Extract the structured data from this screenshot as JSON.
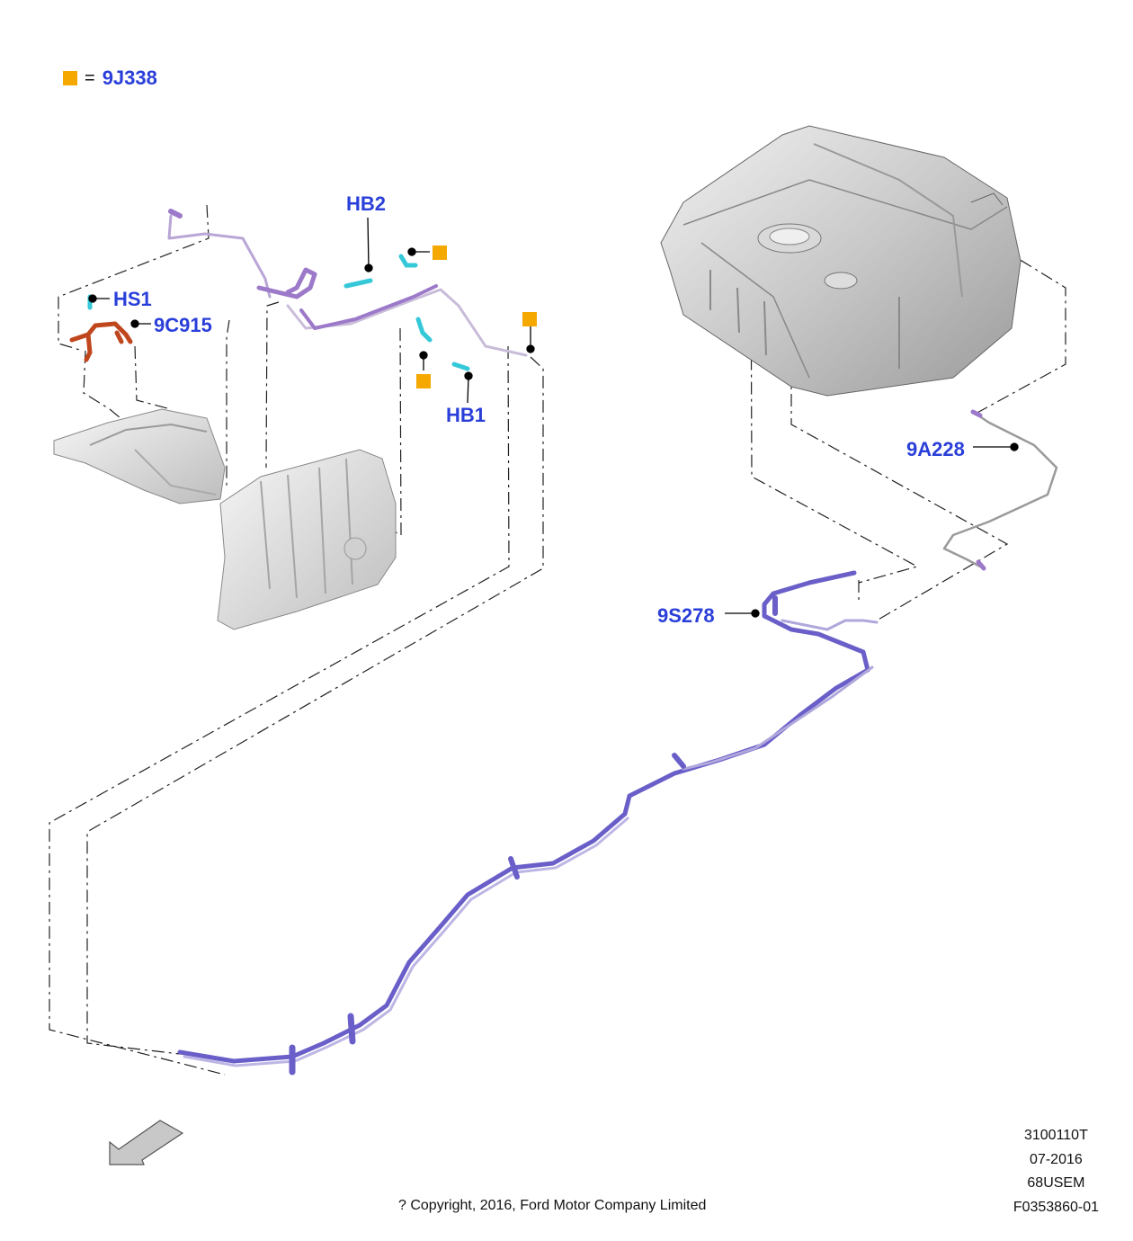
{
  "legend": {
    "symbol": "orange-square",
    "equals": "=",
    "code": "9J338"
  },
  "callouts": {
    "hb2": "HB2",
    "hs1": "HS1",
    "c9c915": "9C915",
    "hb1": "HB1",
    "a9a228": "9A228",
    "s9s278": "9S278"
  },
  "meta": {
    "line1": "3100110T",
    "line2": "07-2016",
    "line3": "68USEM",
    "line4": "F0353860-01"
  },
  "copyright": "? Copyright, 2016, Ford Motor Company Limited",
  "colors": {
    "callout_text": "#2a3fd9",
    "marker_orange": "#f5a800",
    "line_purple": "#6a5fc9",
    "harness_red": "#c0461e",
    "clip_cyan": "#35c8d9",
    "tube_purple": "#9c79c9"
  }
}
